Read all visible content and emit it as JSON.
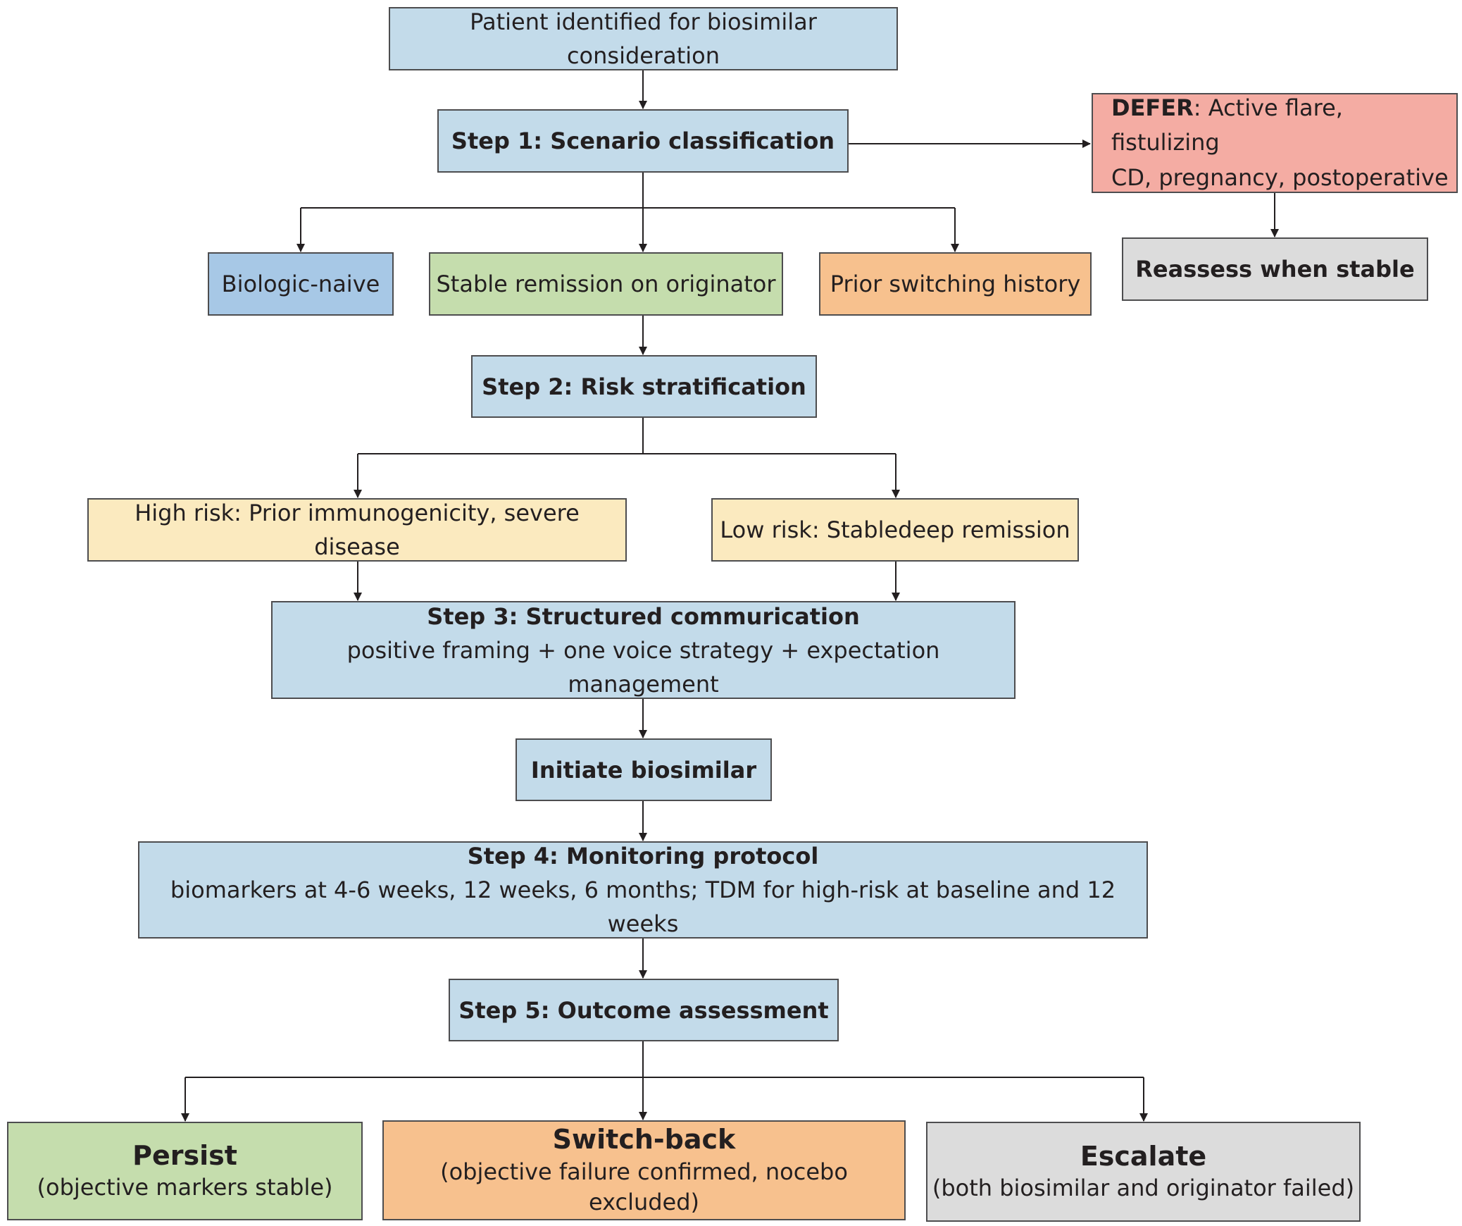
{
  "nodes": {
    "start": "Patient identified for biosimilar consideration",
    "step1": "Step 1: Scenario classification",
    "defer_label": "DEFER",
    "defer_text_1": ": Active flare, fistulizing",
    "defer_text_2": "CD, pregnancy, postoperative",
    "reassess": "Reassess when stable",
    "biologic_naive": "Biologic-naive",
    "stable_remission": "Stable remission on originator",
    "prior_switching": "Prior switching history",
    "step2": "Step 2: Risk stratification",
    "high_risk": "High risk: Prior immunogenicity, severe disease",
    "low_risk": "Low risk: Stabledeep remission",
    "step3_title": "Step 3: Structured commurication",
    "step3_sub": "positive framing + one voice strategy + expectation management",
    "initiate": "Initiate biosimilar",
    "step4_title": "Step 4: Monitoring protocol",
    "step4_sub": "biomarkers at 4-6 weeks, 12 weeks, 6 months; TDM for high-risk at baseline and 12 weeks",
    "step5": "Step 5: Outcome assessment",
    "persist_title": "Persist",
    "persist_sub": "(objective markers stable)",
    "switchback_title": "Switch-back",
    "switchback_sub": "(objective failure confirmed, nocebo excluded)",
    "escalate_title": "Escalate",
    "escalate_sub": "(both biosimilar and originator failed)"
  },
  "colors": {
    "step_blue": "#c3dbea",
    "naive_blue": "#a7c8e6",
    "green": "#c5ddad",
    "orange": "#f7c18e",
    "yellow": "#fbeabf",
    "red": "#f4aca3",
    "grey": "#dcdcdc"
  }
}
